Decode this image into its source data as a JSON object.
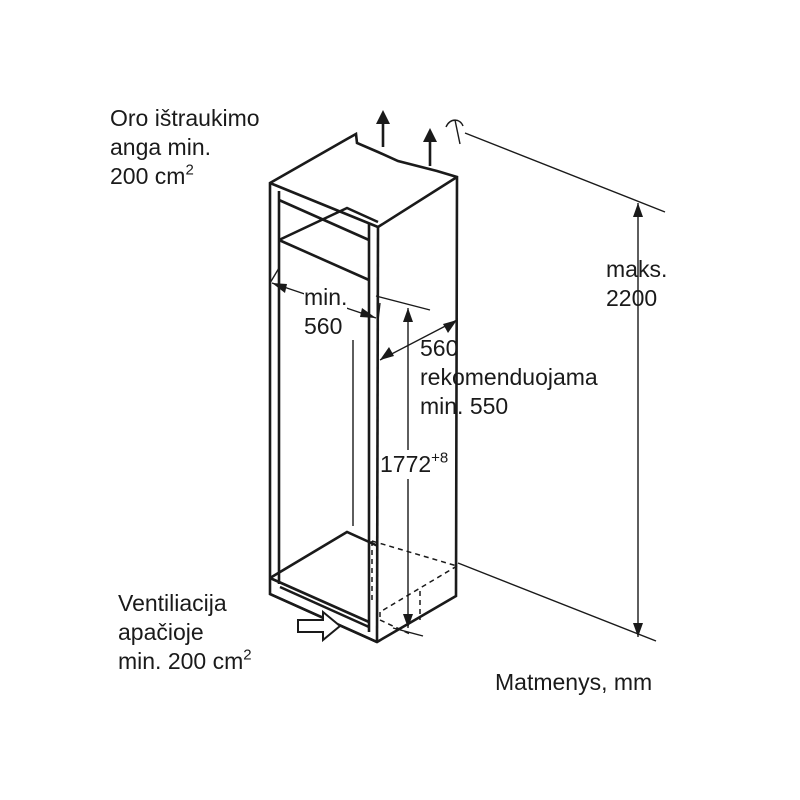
{
  "labels": {
    "exhaust_line1": "Oro ištraukimo",
    "exhaust_line2": "anga min.",
    "exhaust_line3": "200 cm",
    "exhaust_sup": "2",
    "max_line1": "maks.",
    "max_line2": "2200",
    "width_line1": "min.",
    "width_line2": "560",
    "depth_line1": "560",
    "depth_line2": "rekomenduojama",
    "depth_line3": "min. 550",
    "height_value": "1772",
    "height_sup": "+8",
    "vent_line1": "Ventiliacija",
    "vent_line2": "apačioje",
    "vent_line3": "min. 200 cm",
    "vent_sup": "2",
    "units": "Matmenys, mm"
  },
  "icons": {
    "air_out": "arrow-up-icon",
    "air_in": "arrow-right-hollow-icon",
    "curve_marker": "curve-marker-icon"
  }
}
